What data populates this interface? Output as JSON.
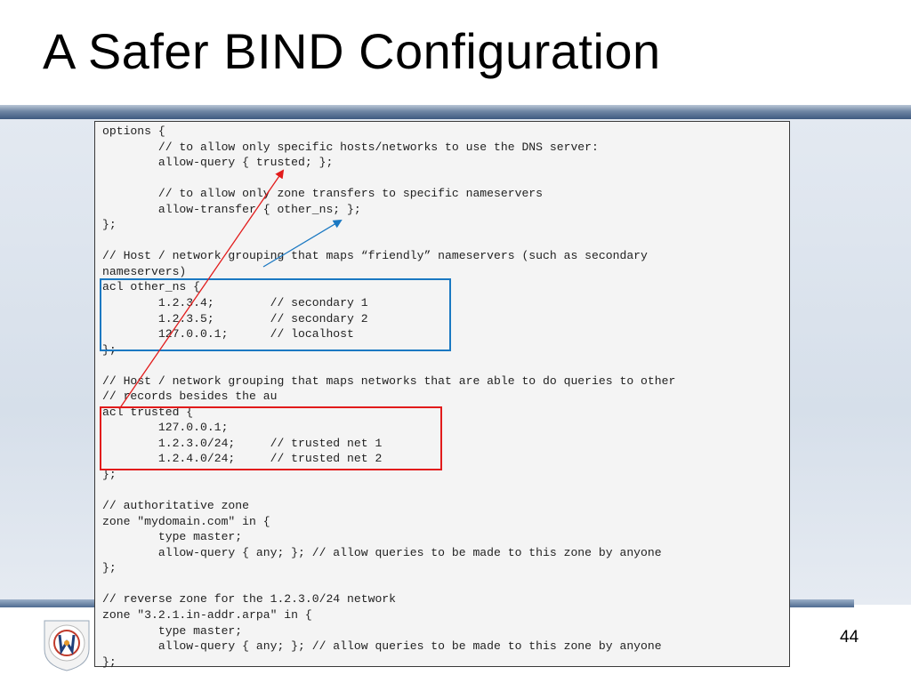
{
  "slide": {
    "title": "A Safer BIND Configuration",
    "page_number": "44"
  },
  "code_lines": [
    "options {",
    "        // to allow only specific hosts/networks to use the DNS server:",
    "        allow-query { trusted; };",
    "",
    "        // to allow only zone transfers to specific nameservers",
    "        allow-transfer { other_ns; };",
    "};",
    "",
    "// Host / network grouping that maps “friendly” nameservers (such as secondary",
    "nameservers)",
    "acl other_ns {",
    "        1.2.3.4;        // secondary 1",
    "        1.2.3.5;        // secondary 2",
    "        127.0.0.1;      // localhost",
    "};",
    "",
    "// Host / network grouping that maps networks that are able to do queries to other",
    "// records besides the au",
    "acl trusted {",
    "        127.0.0.1;",
    "        1.2.3.0/24;     // trusted net 1",
    "        1.2.4.0/24;     // trusted net 2",
    "};",
    "",
    "// authoritative zone",
    "zone \"mydomain.com\" in {",
    "        type master;",
    "        allow-query { any; }; // allow queries to be made to this zone by anyone",
    "};",
    "",
    "// reverse zone for the 1.2.3.0/24 network",
    "zone \"3.2.1.in-addr.arpa\" in {",
    "        type master;",
    "        allow-query { any; }; // allow queries to be made to this zone by anyone",
    "};"
  ],
  "colors": {
    "blue_highlight": "#1a78c2",
    "red_highlight": "#e21b1b"
  }
}
